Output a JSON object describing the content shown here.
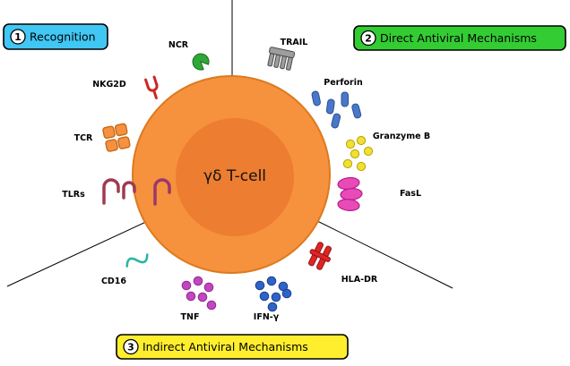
{
  "legend": {
    "recognition": {
      "number": "1",
      "label": "Recognition",
      "color": "#41C7F4"
    },
    "direct": {
      "number": "2",
      "label": "Direct Antiviral Mechanisms",
      "color": "#33CC33"
    },
    "indirect": {
      "number": "3",
      "label": "Indirect Antiviral Mechanisms",
      "color": "#FFEE2E"
    }
  },
  "cell": {
    "label": "γδ T-cell",
    "outer_color": "#F6913D",
    "inner_color": "#ED7D31"
  },
  "labels": {
    "ncr": "NCR",
    "trail": "TRAIL",
    "nkg2d": "NKG2D",
    "perforin": "Perforin",
    "tcr": "TCR",
    "granzyme_b": "Granzyme B",
    "tlrs": "TLRs",
    "fasl": "FasL",
    "cd16": "CD16",
    "hla_dr": "HLA-DR",
    "tnf": "TNF",
    "ifn_gamma": "IFN-γ"
  },
  "icon_colors": {
    "ncr": "#2EA836",
    "trail": "#9E9E9E",
    "nkg2d": "#CD2626",
    "perforin": "#4A78C8",
    "tcr": "#F59140",
    "granzyme_b": "#F0E130",
    "tlrs": "#A03A52",
    "tlr_endosome": "#99386B",
    "fasl": "#E84BB8",
    "cd16": "#2BB5A0",
    "hla_dr": "#E02424",
    "tnf": "#C445C4",
    "ifn_gamma": "#2E64C8"
  }
}
